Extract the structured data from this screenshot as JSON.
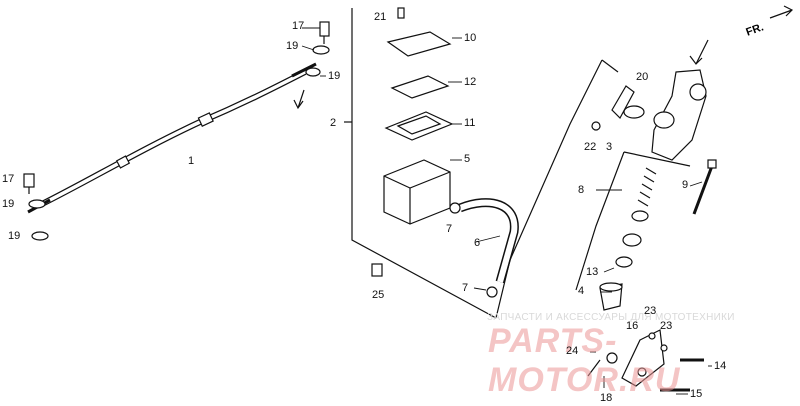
{
  "diagram": {
    "callouts": [
      {
        "id": "c1",
        "text": "1"
      },
      {
        "id": "c2",
        "text": "2"
      },
      {
        "id": "c3",
        "text": "3"
      },
      {
        "id": "c4",
        "text": "4"
      },
      {
        "id": "c5",
        "text": "5"
      },
      {
        "id": "c6",
        "text": "6"
      },
      {
        "id": "c7a",
        "text": "7"
      },
      {
        "id": "c7b",
        "text": "7"
      },
      {
        "id": "c8",
        "text": "8"
      },
      {
        "id": "c9",
        "text": "9"
      },
      {
        "id": "c10",
        "text": "10"
      },
      {
        "id": "c11",
        "text": "11"
      },
      {
        "id": "c12",
        "text": "12"
      },
      {
        "id": "c13",
        "text": "13"
      },
      {
        "id": "c14",
        "text": "14"
      },
      {
        "id": "c15",
        "text": "15"
      },
      {
        "id": "c16",
        "text": "16"
      },
      {
        "id": "c17a",
        "text": "17"
      },
      {
        "id": "c17b",
        "text": "17"
      },
      {
        "id": "c18",
        "text": "18"
      },
      {
        "id": "c19a",
        "text": "19"
      },
      {
        "id": "c19b",
        "text": "19"
      },
      {
        "id": "c19c",
        "text": "19"
      },
      {
        "id": "c19d",
        "text": "19"
      },
      {
        "id": "c20",
        "text": "20"
      },
      {
        "id": "c21",
        "text": "21"
      },
      {
        "id": "c22",
        "text": "22"
      },
      {
        "id": "c23a",
        "text": "23"
      },
      {
        "id": "c23b",
        "text": "23"
      },
      {
        "id": "c24",
        "text": "24"
      },
      {
        "id": "c25",
        "text": "25"
      }
    ],
    "direction_label": "FR.",
    "watermark_text": "ЗАПЧАСТИ И АКСЕССУАРЫ ДЛЯ МОТОТЕХНИКИ",
    "watermark_logo": "PARTS-MOTOR.RU"
  }
}
